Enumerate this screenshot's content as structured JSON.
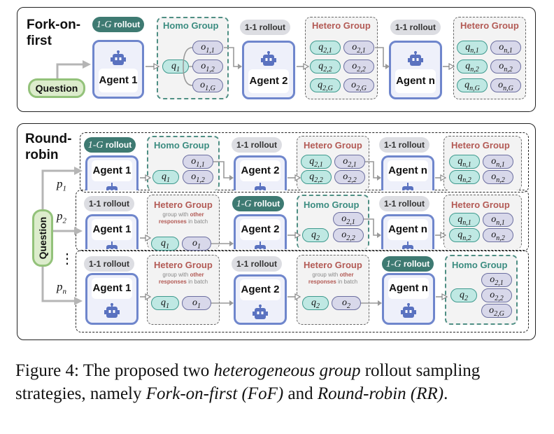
{
  "fof": {
    "title_line1": "Fork-on-",
    "title_line2": "first",
    "badge_g": "1-G rollout",
    "badge_11a": "1-1 rollout",
    "badge_11b": "1-1 rollout",
    "homo_title": "Homo Group",
    "hetero_title_a": "Hetero Group",
    "hetero_title_b": "Hetero Group",
    "question": "Question",
    "agent1": "Agent 1",
    "agent2": "Agent 2",
    "agentn": "Agent n"
  },
  "rr": {
    "title_line1": "Round-",
    "title_line2": "robin",
    "question": "Question",
    "p1": "p",
    "p1_sub": "1",
    "p2": "p",
    "p2_sub": "2",
    "pn": "p",
    "pn_sub": "n",
    "vdots": "⋮",
    "row1": {
      "badge1": "1-G rollout",
      "badge2": "1-1 rollout",
      "badge3": "1-1 rollout",
      "group1": "Homo Group",
      "group2": "Hetero Group",
      "group3": "Hetero Group",
      "agent1": "Agent 1",
      "agent2": "Agent 2",
      "agentn": "Agent n"
    },
    "row2": {
      "badge1": "1-1 rollout",
      "badge2": "1-G rollout",
      "badge3": "1-1 rollout",
      "group1": "Hetero Group",
      "group1_sub_a": "group with",
      "group1_sub_b": "other",
      "group1_sub_c": "responses",
      "group1_sub_d": "in batch",
      "group2": "Homo Group",
      "group3": "Hetero Group",
      "agent1": "Agent 1",
      "agent2": "Agent 2",
      "agentn": "Agent n"
    },
    "row3": {
      "badge1": "1-1 rollout",
      "badge2": "1-1 rollout",
      "badge3": "1-G rollout",
      "group1": "Hetero Group",
      "group1_sub_a": "group with",
      "group1_sub_b": "other",
      "group1_sub_c": "responses",
      "group1_sub_d": "in batch",
      "group2": "Hetero Group",
      "group2_sub_a": "group with",
      "group2_sub_b": "other",
      "group2_sub_c": "responses",
      "group2_sub_d": "in batch",
      "group3": "Homo Group",
      "agent1": "Agent 1",
      "agent2": "Agent 2",
      "agentn": "Agent n"
    }
  },
  "caption": {
    "prefix": "Figure 4: The proposed two ",
    "em1": "heterogeneous group",
    "mid1": " rollout sampling strategies, namely ",
    "em2": "Fork-on-first (FoF)",
    "mid2": " and ",
    "em3": "Round-robin (RR)",
    "suffix": "."
  },
  "colors": {
    "agent_border": "#6f86cc",
    "homo": "#3b8c80",
    "hetero": "#b35a55",
    "q_fill": "#bfe8e3",
    "o_fill": "#d8d8ea",
    "question_fill": "#dceccc",
    "badge_dark": "#3e7a72"
  },
  "icons": [
    "robot-icon",
    "arrow-icon"
  ]
}
